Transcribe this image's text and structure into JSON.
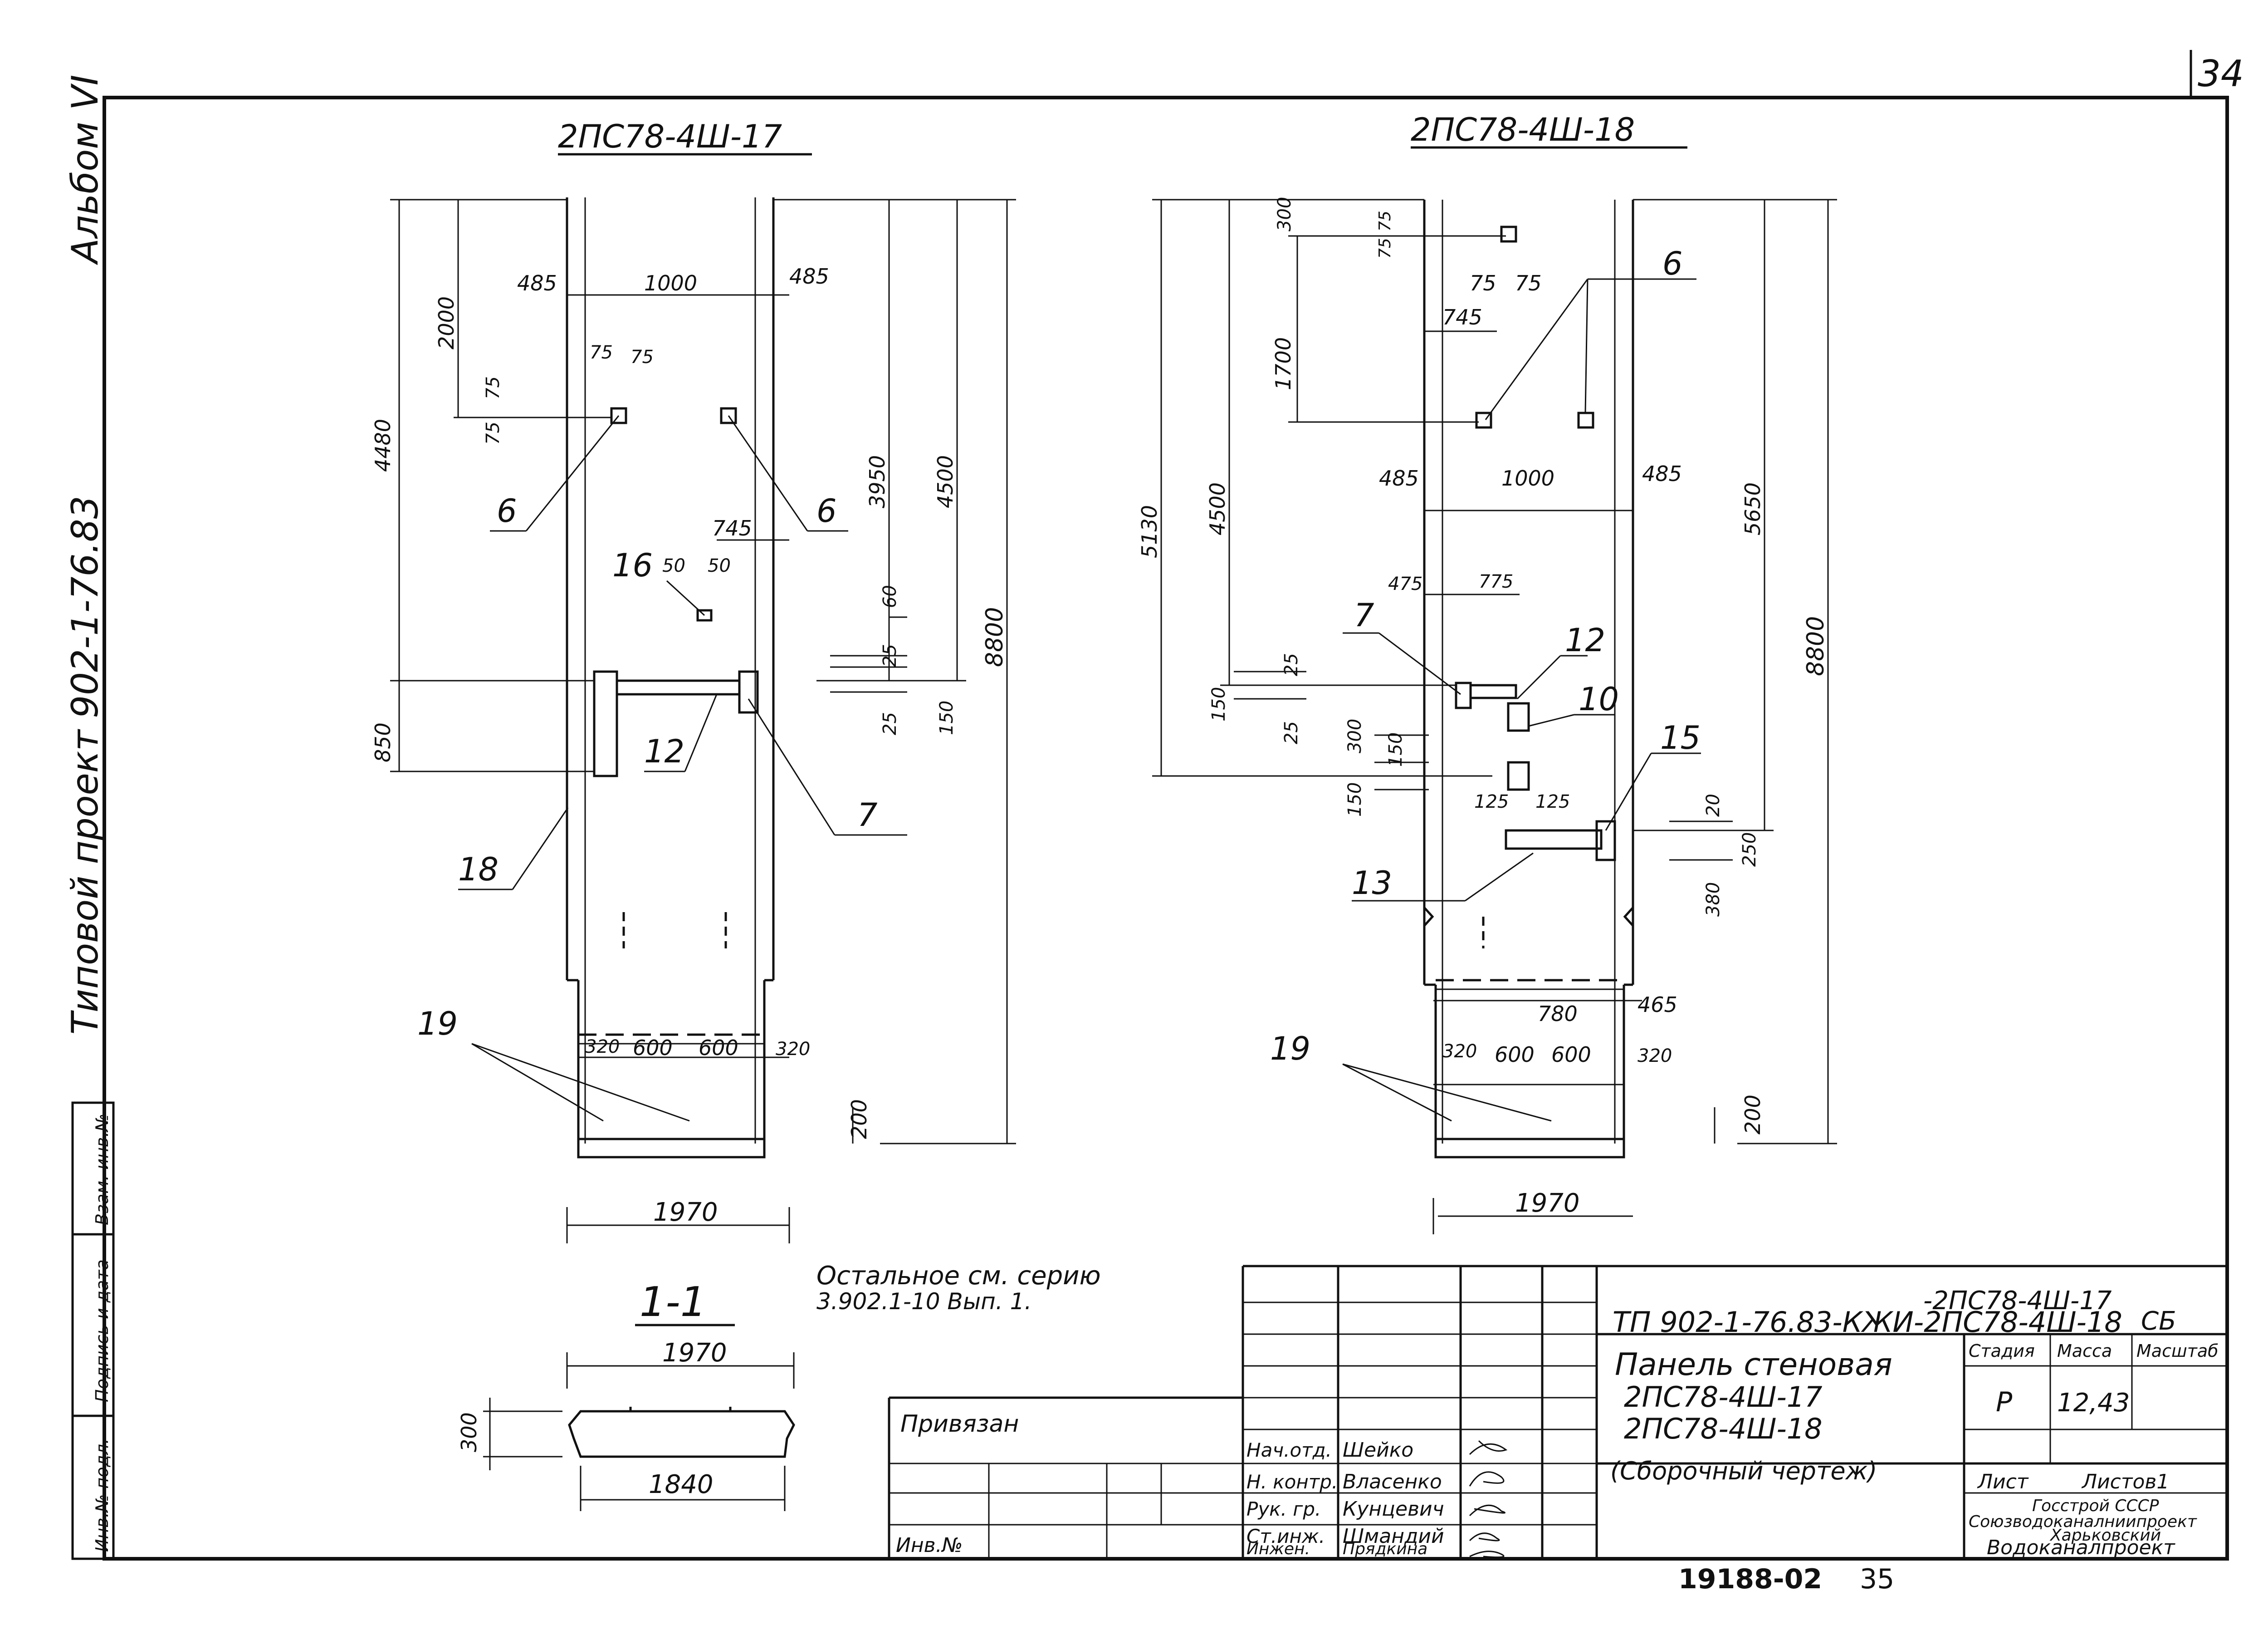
{
  "sheet": {
    "number": "34",
    "album": "Альбом VI",
    "project": "Типовой проект 902-1-76.83",
    "bottom_number": "19188-02",
    "bottom_page": "35"
  },
  "panel_left": {
    "title": "2ПС78-4Ш-17",
    "dims": [
      "4480",
      "2000",
      "485",
      "1000",
      "485",
      "75",
      "75",
      "75",
      "75",
      "3950",
      "4500",
      "8800",
      "745",
      "50",
      "50",
      "60",
      "25",
      "25",
      "150",
      "850",
      "320",
      "600",
      "600",
      "320",
      "200",
      "1970"
    ],
    "callouts": [
      "6",
      "6",
      "16",
      "12",
      "7",
      "18",
      "19"
    ]
  },
  "panel_right": {
    "title": "2ПС78-4Ш-18",
    "dims": [
      "300",
      "75",
      "75",
      "75",
      "75",
      "745",
      "1700",
      "485",
      "1000",
      "485",
      "5130",
      "4500",
      "5650",
      "8800",
      "475",
      "775",
      "150",
      "25",
      "25",
      "300",
      "150",
      "150",
      "125",
      "125",
      "20",
      "250",
      "380",
      "780",
      "465",
      "320",
      "600",
      "600",
      "320",
      "200",
      "1970"
    ],
    "callouts": [
      "6",
      "7",
      "12",
      "10",
      "15",
      "13",
      "19"
    ]
  },
  "section": {
    "title": "1-1",
    "width_top": "1970",
    "height": "300",
    "width_bottom": "1840"
  },
  "note": {
    "line1": "Остальное см. серию",
    "line2": "3.902.1-10 Вып. 1."
  },
  "stamp_side": {
    "labels": [
      "Инв.№ подл.",
      "Подпись и дата",
      "Взам. инв.№"
    ]
  },
  "titleblock": {
    "code_top": "-2ПС78-4Ш-17",
    "code_main": "ТП 902-1-76.83-КЖИ-2ПС78-4Ш-18",
    "code_suffix": "СБ",
    "name_1": "Панель стеновая",
    "name_2": "2ПС78-4Ш-17",
    "name_3": "2ПС78-4Ш-18",
    "name_4": "(Сборочный чертеж)",
    "col_stage": "Стадия",
    "col_mass": "Масса",
    "col_scale": "Масштаб",
    "stage": "Р",
    "mass": "12,43",
    "sheet": "Лист",
    "sheets": "Листов1",
    "org_1": "Госстрой СССР",
    "org_2": "Союзводоканалниипроект",
    "org_3": "Харьковский",
    "org_4": "Водоканалпроект",
    "privyazan": "Привязан",
    "inv": "Инв.№",
    "roles": [
      {
        "role": "Нач.отд.",
        "name": "Шейко"
      },
      {
        "role": "Н. контр.",
        "name": "Власенко"
      },
      {
        "role": "Рук. гр.",
        "name": "Кунцевич"
      },
      {
        "role": "Ст.инж.",
        "name": "Шмандий"
      },
      {
        "role": "Инжен.",
        "name": "Прядкина"
      }
    ]
  }
}
